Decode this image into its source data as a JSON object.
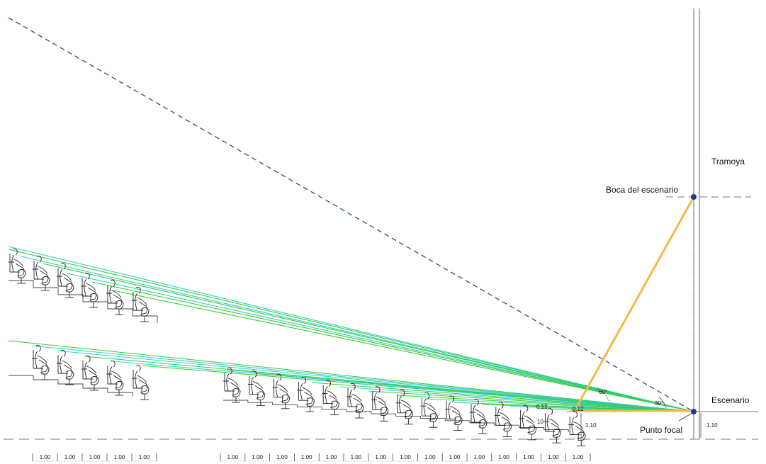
{
  "labels": {
    "tramoya": "Tramoya",
    "boca": "Boca del escenario",
    "escenario": "Escenario",
    "punto_focal": "Punto focal",
    "angle_60": "60°",
    "angle_30": "30°",
    "riser_a": "0.12",
    "riser_b": "0.12",
    "stage_height_left": "1.10",
    "stage_height_right": "1.10",
    "step_label": "10"
  },
  "upper_tier": {
    "seat_count": 6,
    "dimensions": [
      "1.00",
      "1.00",
      "1.00",
      "1.00",
      "1.00"
    ]
  },
  "lower_tier": {
    "seat_count": 5,
    "dimensions": [
      "1.00",
      "1.00",
      "1.00",
      "1.00",
      "1.00",
      "1.00",
      "1.00",
      "1.00",
      "1.00",
      "1.00",
      "1.00",
      "1.00",
      "1.00",
      "1.00",
      "1.00"
    ]
  },
  "main_tier": {
    "seat_count": 15
  },
  "colors": {
    "sight_green": "#33cc33",
    "sight_cyan": "#33cccc",
    "orange": "#f5b942",
    "dashed_blue": "#2a4d7a",
    "dot": "#1a3a8a",
    "gray": "#888888"
  }
}
